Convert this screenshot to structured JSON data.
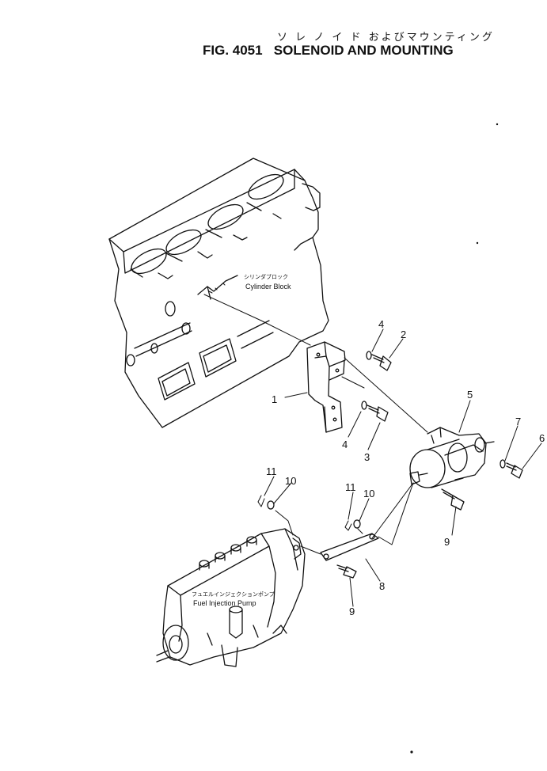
{
  "title": {
    "japanese": "ソ レ ノ イ ド およびマウンティング",
    "figure": "FIG. 4051",
    "name": "SOLENOID AND MOUNTING"
  },
  "labels": {
    "cylinder_block_jp": "シリンダブロック",
    "cylinder_block_en": "Cylinder  Block",
    "fuel_pump_jp": "フュエルインジェクションポンプ",
    "fuel_pump_en": "Fuel  Injection  Pump"
  },
  "callouts": {
    "c1": "1",
    "c2": "2",
    "c3": "3",
    "c4a": "4",
    "c4b": "4",
    "c5": "5",
    "c6": "6",
    "c7": "7",
    "c8": "8",
    "c9a": "9",
    "c9b": "9",
    "c10a": "10",
    "c10b": "10",
    "c11a": "11",
    "c11b": "11"
  },
  "colors": {
    "ink": "#111111",
    "paper": "#ffffff"
  }
}
